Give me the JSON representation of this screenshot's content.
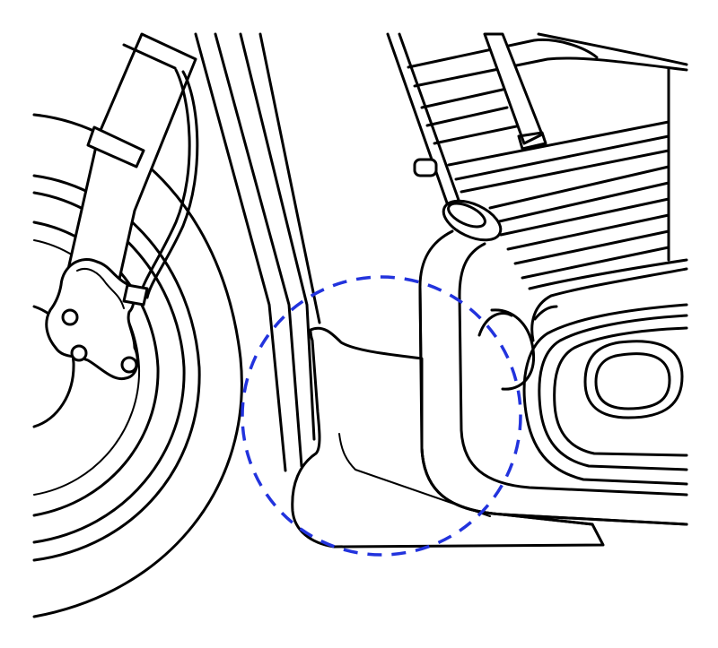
{
  "colors": {
    "line": "#000000",
    "background": "#ffffff",
    "callout": "#2233dd"
  },
  "illustration": {
    "parts": [
      "front-wheel",
      "brake-caliper",
      "fork",
      "frame-downtube",
      "engine-cylinder",
      "exhaust-pipe",
      "engine-cover",
      "chin-spoiler"
    ],
    "highlight": "chin-spoiler"
  }
}
